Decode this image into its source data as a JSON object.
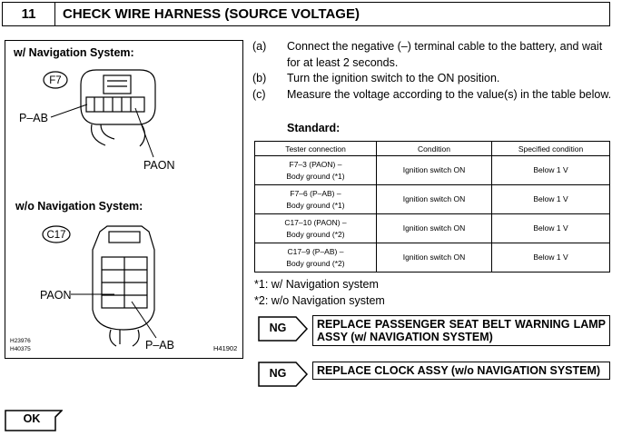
{
  "header": {
    "step_number": "11",
    "title": "CHECK WIRE HARNESS (SOURCE VOLTAGE)"
  },
  "illustration": {
    "nav_label": "w/ Navigation System:",
    "nav_connector": "F7",
    "nav_pin_left": "P–AB",
    "nav_pin_bottom": "PAON",
    "no_nav_label": "w/o Navigation System:",
    "no_nav_connector": "C17",
    "no_nav_pin_left": "PAON",
    "no_nav_pin_bottom": "P–AB",
    "codes_left_1": "H23976",
    "codes_left_2": "H40375",
    "code_right": "H41902"
  },
  "steps": [
    {
      "label": "(a)",
      "text": "Connect the negative (–) terminal cable to the battery, and wait for at least 2 seconds."
    },
    {
      "label": "(b)",
      "text": "Turn the ignition switch to the ON position."
    },
    {
      "label": "(c)",
      "text": "Measure the voltage according to the value(s) in the table below."
    }
  ],
  "standard_label": "Standard:",
  "table": {
    "headers": [
      "Tester connection",
      "Condition",
      "Specified condition"
    ],
    "rows": [
      {
        "l1": "F7–3 (PAON) –",
        "l2": "Body ground (*1)",
        "condition": "Ignition switch ON",
        "spec": "Below 1 V"
      },
      {
        "l1": "F7–6 (P–AB) –",
        "l2": "Body ground (*1)",
        "condition": "Ignition switch ON",
        "spec": "Below 1 V"
      },
      {
        "l1": "C17–10 (PAON) –",
        "l2": "Body ground (*2)",
        "condition": "Ignition switch ON",
        "spec": "Below 1 V"
      },
      {
        "l1": "C17–9 (P–AB) –",
        "l2": "Body ground (*2)",
        "condition": "Ignition switch ON",
        "spec": "Below 1 V"
      }
    ]
  },
  "notes": [
    "*1: w/ Navigation system",
    "*2: w/o Navigation system"
  ],
  "ng_actions": [
    {
      "tag": "NG",
      "text": "REPLACE PASSENGER SEAT BELT WARNING LAMP ASSY (w/ NAVIGATION SYSTEM)"
    },
    {
      "tag": "NG",
      "text": "REPLACE CLOCK ASSY (w/o NAVIGATION SYSTEM)"
    }
  ],
  "ok_tag": "OK"
}
